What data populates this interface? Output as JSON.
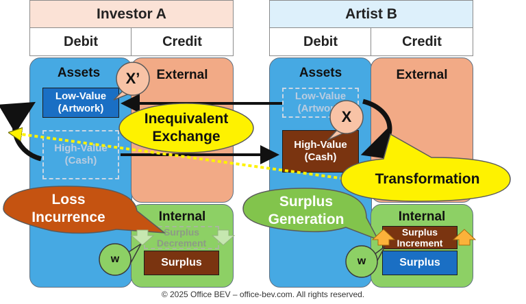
{
  "investor": {
    "title": "Investor A",
    "debit": "Debit",
    "credit": "Credit",
    "assets": "Assets",
    "external": "External",
    "internal": "Internal",
    "low_value": "Low-Value\n(Artwork)",
    "high_value": "High-Value\n(Cash)",
    "surplus_decrement": "Surplus\nDecrement",
    "surplus": "Surplus",
    "x_prime": "X’",
    "w": "w"
  },
  "artist": {
    "title": "Artist B",
    "debit": "Debit",
    "credit": "Credit",
    "assets": "Assets",
    "external": "External",
    "internal": "Internal",
    "low_value": "Low-Value\n(Artwork)",
    "high_value": "High-Value\n(Cash)",
    "surplus_increment": "Surplus\nIncrement",
    "surplus": "Surplus",
    "x": "X",
    "w": "w"
  },
  "callouts": {
    "inequivalent_exchange": "Inequivalent\nExchange",
    "transformation": "Transformation",
    "loss_incurrence": "Loss\nIncurrence",
    "surplus_generation": "Surplus\nGeneration"
  },
  "footer": "© 2025 Office BEV – office-bev.com. All rights reserved.",
  "colors": {
    "header_a": "#fbe2d6",
    "header_b": "#ddf0fb",
    "assets": "#46a9e3",
    "external": "#f2aa86",
    "internal": "#8dd065",
    "low_value_a": "#1a6fc4",
    "high_value_b": "#7a3410",
    "surplus_brown": "#7a3410",
    "surplus_blue": "#1a6fc4",
    "yellow": "#fef200",
    "callout_loss": "#c55311",
    "callout_surplus": "#82c44c",
    "bubble": "#f8c3a6"
  }
}
